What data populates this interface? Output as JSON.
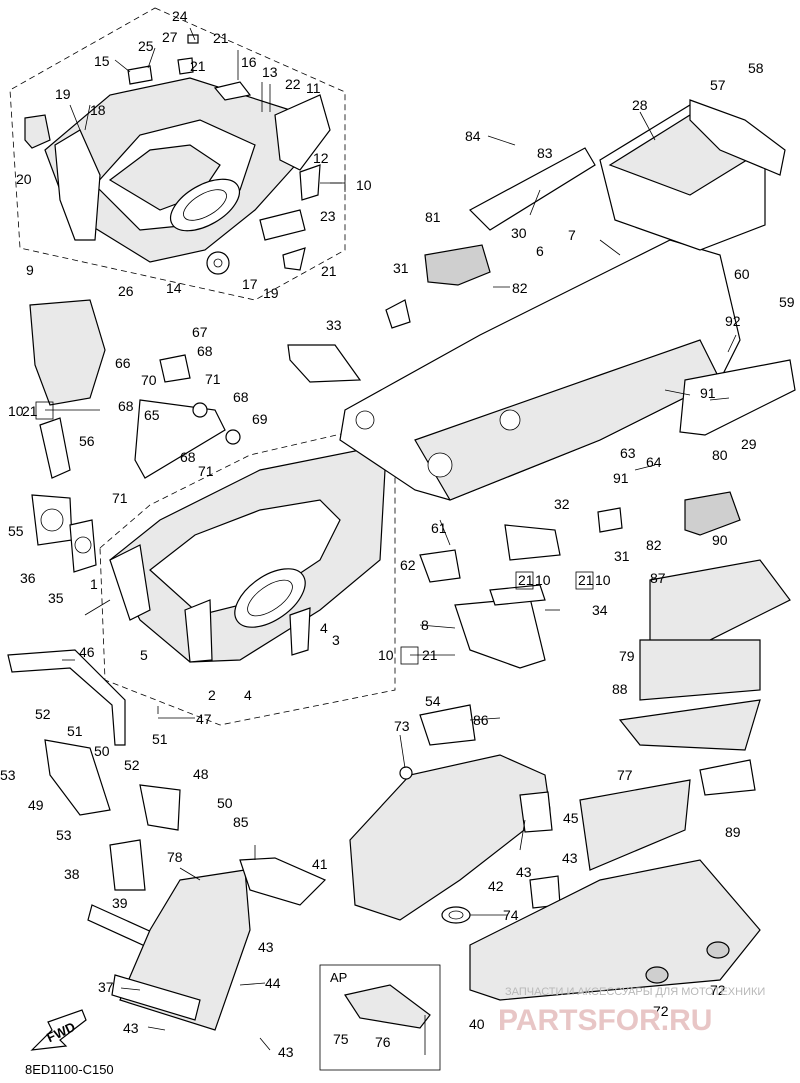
{
  "diagram": {
    "drawing_code": "8ED1100-C150",
    "forward_label": "FWD",
    "ap_label": "AP",
    "watermark_text": "ЗАПЧАСТИ И АКСЕССУАРЫ ДЛЯ МОТОТЕХНИКИ",
    "watermark_logo": "PARTSFOR.RU",
    "part_labels": [
      "1",
      "2",
      "3",
      "4",
      "4",
      "5",
      "6",
      "7",
      "8",
      "9",
      "10",
      "10",
      "10",
      "10",
      "10",
      "11",
      "12",
      "13",
      "14",
      "15",
      "16",
      "17",
      "18",
      "19",
      "19",
      "20",
      "21",
      "21",
      "21",
      "21",
      "21",
      "21",
      "21",
      "22",
      "23",
      "24",
      "25",
      "26",
      "27",
      "28",
      "29",
      "30",
      "31",
      "31",
      "32",
      "33",
      "34",
      "35",
      "36",
      "37",
      "38",
      "39",
      "40",
      "41",
      "42",
      "43",
      "43",
      "43",
      "43",
      "43",
      "44",
      "45",
      "46",
      "47",
      "48",
      "49",
      "50",
      "50",
      "51",
      "51",
      "52",
      "52",
      "53",
      "53",
      "54",
      "55",
      "56",
      "57",
      "58",
      "59",
      "60",
      "61",
      "62",
      "63",
      "64",
      "65",
      "66",
      "67",
      "68",
      "68",
      "68",
      "68",
      "69",
      "70",
      "71",
      "71",
      "71",
      "72",
      "72",
      "73",
      "74",
      "75",
      "76",
      "77",
      "78",
      "79",
      "80",
      "81",
      "82",
      "82",
      "83",
      "84",
      "85",
      "86",
      "87",
      "88",
      "89",
      "90",
      "91",
      "91",
      "92"
    ]
  }
}
